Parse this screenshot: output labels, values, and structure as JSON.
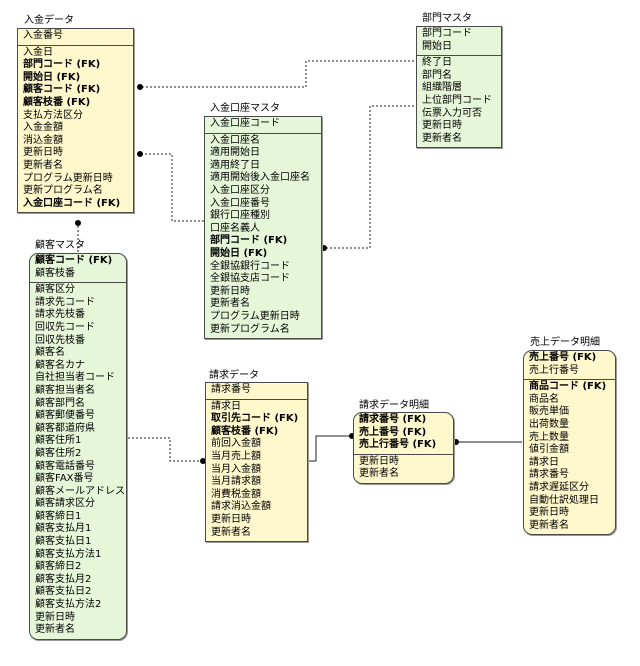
{
  "entities": {
    "nyukin": {
      "title": "入金データ",
      "pk": [
        {
          "t": "入金番号",
          "fk": false
        }
      ],
      "attrs": [
        {
          "t": "入金日",
          "fk": false
        },
        {
          "t": "部門コード (FK)",
          "fk": true
        },
        {
          "t": "開始日 (FK)",
          "fk": true
        },
        {
          "t": "顧客コード (FK)",
          "fk": true
        },
        {
          "t": "顧客枝番 (FK)",
          "fk": true
        },
        {
          "t": "支払方法区分",
          "fk": false
        },
        {
          "t": "入金金額",
          "fk": false
        },
        {
          "t": "消込金額",
          "fk": false
        },
        {
          "t": "更新日時",
          "fk": false
        },
        {
          "t": "更新者名",
          "fk": false
        },
        {
          "t": "プログラム更新日時",
          "fk": false
        },
        {
          "t": "更新プログラム名",
          "fk": false
        },
        {
          "t": "入金口座コード (FK)",
          "fk": true
        }
      ]
    },
    "bumon": {
      "title": "部門マスタ",
      "pk": [
        {
          "t": "部門コード",
          "fk": false
        },
        {
          "t": "開始日",
          "fk": false
        }
      ],
      "attrs": [
        {
          "t": "終了日",
          "fk": false
        },
        {
          "t": "部門名",
          "fk": false
        },
        {
          "t": "組織階層",
          "fk": false
        },
        {
          "t": "上位部門コード",
          "fk": false
        },
        {
          "t": "伝票入力可否",
          "fk": false
        },
        {
          "t": "更新日時",
          "fk": false
        },
        {
          "t": "更新者名",
          "fk": false
        }
      ]
    },
    "koza": {
      "title": "入金口座マスタ",
      "pk": [
        {
          "t": "入金口座コード",
          "fk": false
        }
      ],
      "attrs": [
        {
          "t": "入金口座名",
          "fk": false
        },
        {
          "t": "適用開始日",
          "fk": false
        },
        {
          "t": "適用終了日",
          "fk": false
        },
        {
          "t": "適用開始後入金口座名",
          "fk": false
        },
        {
          "t": "入金口座区分",
          "fk": false
        },
        {
          "t": "入金口座番号",
          "fk": false
        },
        {
          "t": "銀行口座種別",
          "fk": false
        },
        {
          "t": "口座名義人",
          "fk": false
        },
        {
          "t": "部門コード (FK)",
          "fk": true
        },
        {
          "t": "開始日 (FK)",
          "fk": true
        },
        {
          "t": "全銀協銀行コード",
          "fk": false
        },
        {
          "t": "全銀協支店コード",
          "fk": false
        },
        {
          "t": "更新日時",
          "fk": false
        },
        {
          "t": "更新者名",
          "fk": false
        },
        {
          "t": "プログラム更新日時",
          "fk": false
        },
        {
          "t": "更新プログラム名",
          "fk": false
        }
      ]
    },
    "kokyaku": {
      "title": "顧客マスタ",
      "pk": [
        {
          "t": "顧客コード (FK)",
          "fk": true
        },
        {
          "t": "顧客枝番",
          "fk": false
        }
      ],
      "attrs": [
        {
          "t": "顧客区分",
          "fk": false
        },
        {
          "t": "請求先コード",
          "fk": false
        },
        {
          "t": "請求先枝番",
          "fk": false
        },
        {
          "t": "回収先コード",
          "fk": false
        },
        {
          "t": "回収先枝番",
          "fk": false
        },
        {
          "t": "顧客名",
          "fk": false
        },
        {
          "t": "顧客名カナ",
          "fk": false
        },
        {
          "t": "自社担当者コード",
          "fk": false
        },
        {
          "t": "顧客担当者名",
          "fk": false
        },
        {
          "t": "顧客部門名",
          "fk": false
        },
        {
          "t": "顧客郵便番号",
          "fk": false
        },
        {
          "t": "顧客都道府県",
          "fk": false
        },
        {
          "t": "顧客住所1",
          "fk": false
        },
        {
          "t": "顧客住所2",
          "fk": false
        },
        {
          "t": "顧客電話番号",
          "fk": false
        },
        {
          "t": "顧客FAX番号",
          "fk": false
        },
        {
          "t": "顧客メールアドレス",
          "fk": false
        },
        {
          "t": "顧客請求区分",
          "fk": false
        },
        {
          "t": "顧客締日1",
          "fk": false
        },
        {
          "t": "顧客支払月1",
          "fk": false
        },
        {
          "t": "顧客支払日1",
          "fk": false
        },
        {
          "t": "顧客支払方法1",
          "fk": false
        },
        {
          "t": "顧客締日2",
          "fk": false
        },
        {
          "t": "顧客支払月2",
          "fk": false
        },
        {
          "t": "顧客支払日2",
          "fk": false
        },
        {
          "t": "顧客支払方法2",
          "fk": false
        },
        {
          "t": "更新日時",
          "fk": false
        },
        {
          "t": "更新者名",
          "fk": false
        }
      ]
    },
    "seikyu": {
      "title": "請求データ",
      "pk": [
        {
          "t": "請求番号",
          "fk": false
        }
      ],
      "attrs": [
        {
          "t": "請求日",
          "fk": false
        },
        {
          "t": "取引先コード (FK)",
          "fk": true
        },
        {
          "t": "顧客枝番 (FK)",
          "fk": true
        },
        {
          "t": "前回入金額",
          "fk": false
        },
        {
          "t": "当月売上額",
          "fk": false
        },
        {
          "t": "当月入金額",
          "fk": false
        },
        {
          "t": "当月請求額",
          "fk": false
        },
        {
          "t": "消費税金額",
          "fk": false
        },
        {
          "t": "請求消込金額",
          "fk": false
        },
        {
          "t": "更新日時",
          "fk": false
        },
        {
          "t": "更新者名",
          "fk": false
        }
      ]
    },
    "meisai": {
      "title": "請求データ明細",
      "pk": [
        {
          "t": "請求番号 (FK)",
          "fk": true
        },
        {
          "t": "売上番号 (FK)",
          "fk": true
        },
        {
          "t": "売上行番号 (FK)",
          "fk": true
        }
      ],
      "attrs": [
        {
          "t": "更新日時",
          "fk": false
        },
        {
          "t": "更新者名",
          "fk": false
        }
      ]
    },
    "uriage": {
      "title": "売上データ明細",
      "pk": [
        {
          "t": "売上番号 (FK)",
          "fk": true
        },
        {
          "t": "売上行番号",
          "fk": false
        }
      ],
      "attrs": [
        {
          "t": "商品コード (FK)",
          "fk": true
        },
        {
          "t": "商品名",
          "fk": false
        },
        {
          "t": "販売単価",
          "fk": false
        },
        {
          "t": "出荷数量",
          "fk": false
        },
        {
          "t": "売上数量",
          "fk": false
        },
        {
          "t": "値引金額",
          "fk": false
        },
        {
          "t": "請求日",
          "fk": false
        },
        {
          "t": "請求番号",
          "fk": false
        },
        {
          "t": "請求遅延区分",
          "fk": false
        },
        {
          "t": "自動仕訳処理日",
          "fk": false
        },
        {
          "t": "更新日時",
          "fk": false
        },
        {
          "t": "更新者名",
          "fk": false
        }
      ]
    }
  }
}
